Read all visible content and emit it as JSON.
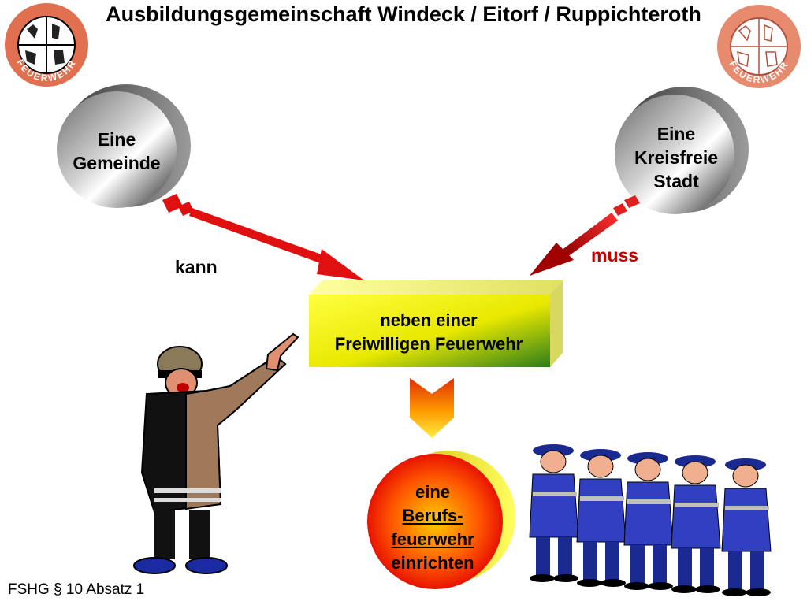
{
  "title": "Ausbildungsgemeinschaft Windeck / Eitorf / Ruppichteroth",
  "logos": {
    "text": "FEUERWEHR"
  },
  "left_cylinder": {
    "line1": "Eine",
    "line2": "Gemeinde"
  },
  "right_cylinder": {
    "line1": "Eine",
    "line2": "Kreisfreie",
    "line3": "Stadt"
  },
  "left_relation": "kann",
  "right_relation": "muss",
  "center_box": {
    "line1": "neben einer",
    "line2": "Freiwilligen Feuerwehr"
  },
  "result": {
    "line1": "eine",
    "line2": "Berufs-",
    "line3": "feuerwehr",
    "line4": "einrichten"
  },
  "footer": "FSHG § 10 Absatz 1",
  "colors": {
    "arrow_left": "#e01010",
    "arrow_right": "#b00000",
    "muss_text": "#c00000",
    "box_yellow": "#ffff00",
    "box_green": "#2e7d1a"
  }
}
